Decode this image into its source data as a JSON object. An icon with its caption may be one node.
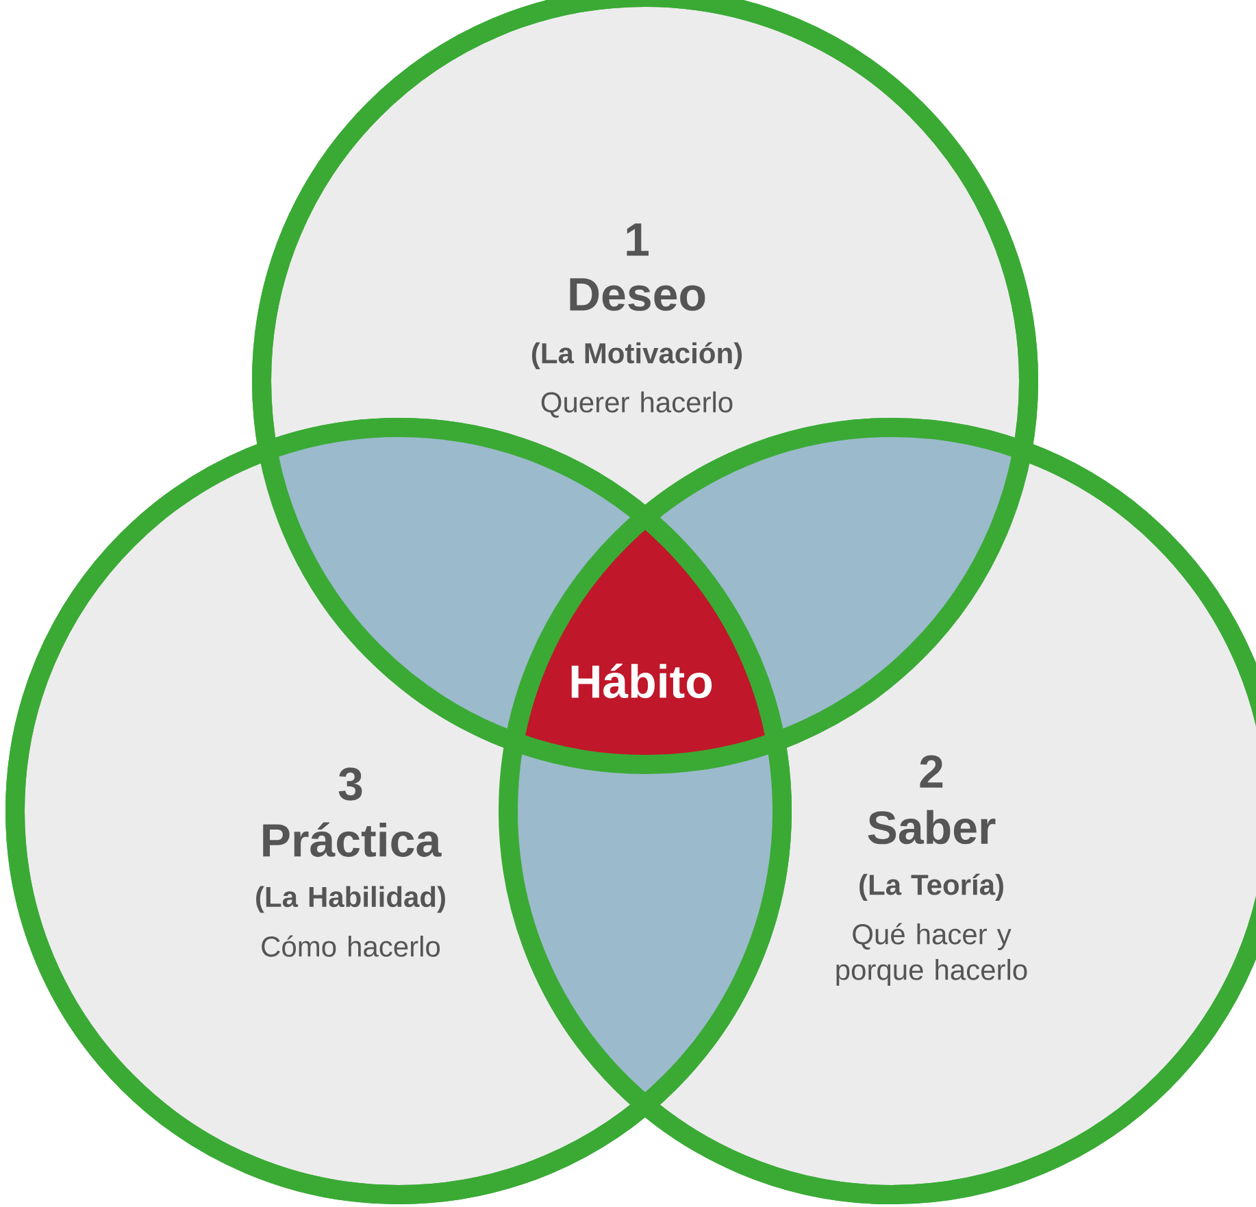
{
  "diagram": {
    "nodes": [
      {
        "text": [
          "1",
          "Deseo",
          "(La Motivación)",
          "Querer hacerlo"
        ]
      },
      {
        "text": [
          "2",
          "Saber",
          "(La Teoría)",
          "Qué hacer y porque hacerlo"
        ]
      },
      {
        "text": [
          "3",
          "Práctica",
          "(La Habilidad)",
          "Cómo hacerlo"
        ]
      },
      {
        "text": [
          "Hábito"
        ]
      }
    ],
    "edges": []
  }
}
